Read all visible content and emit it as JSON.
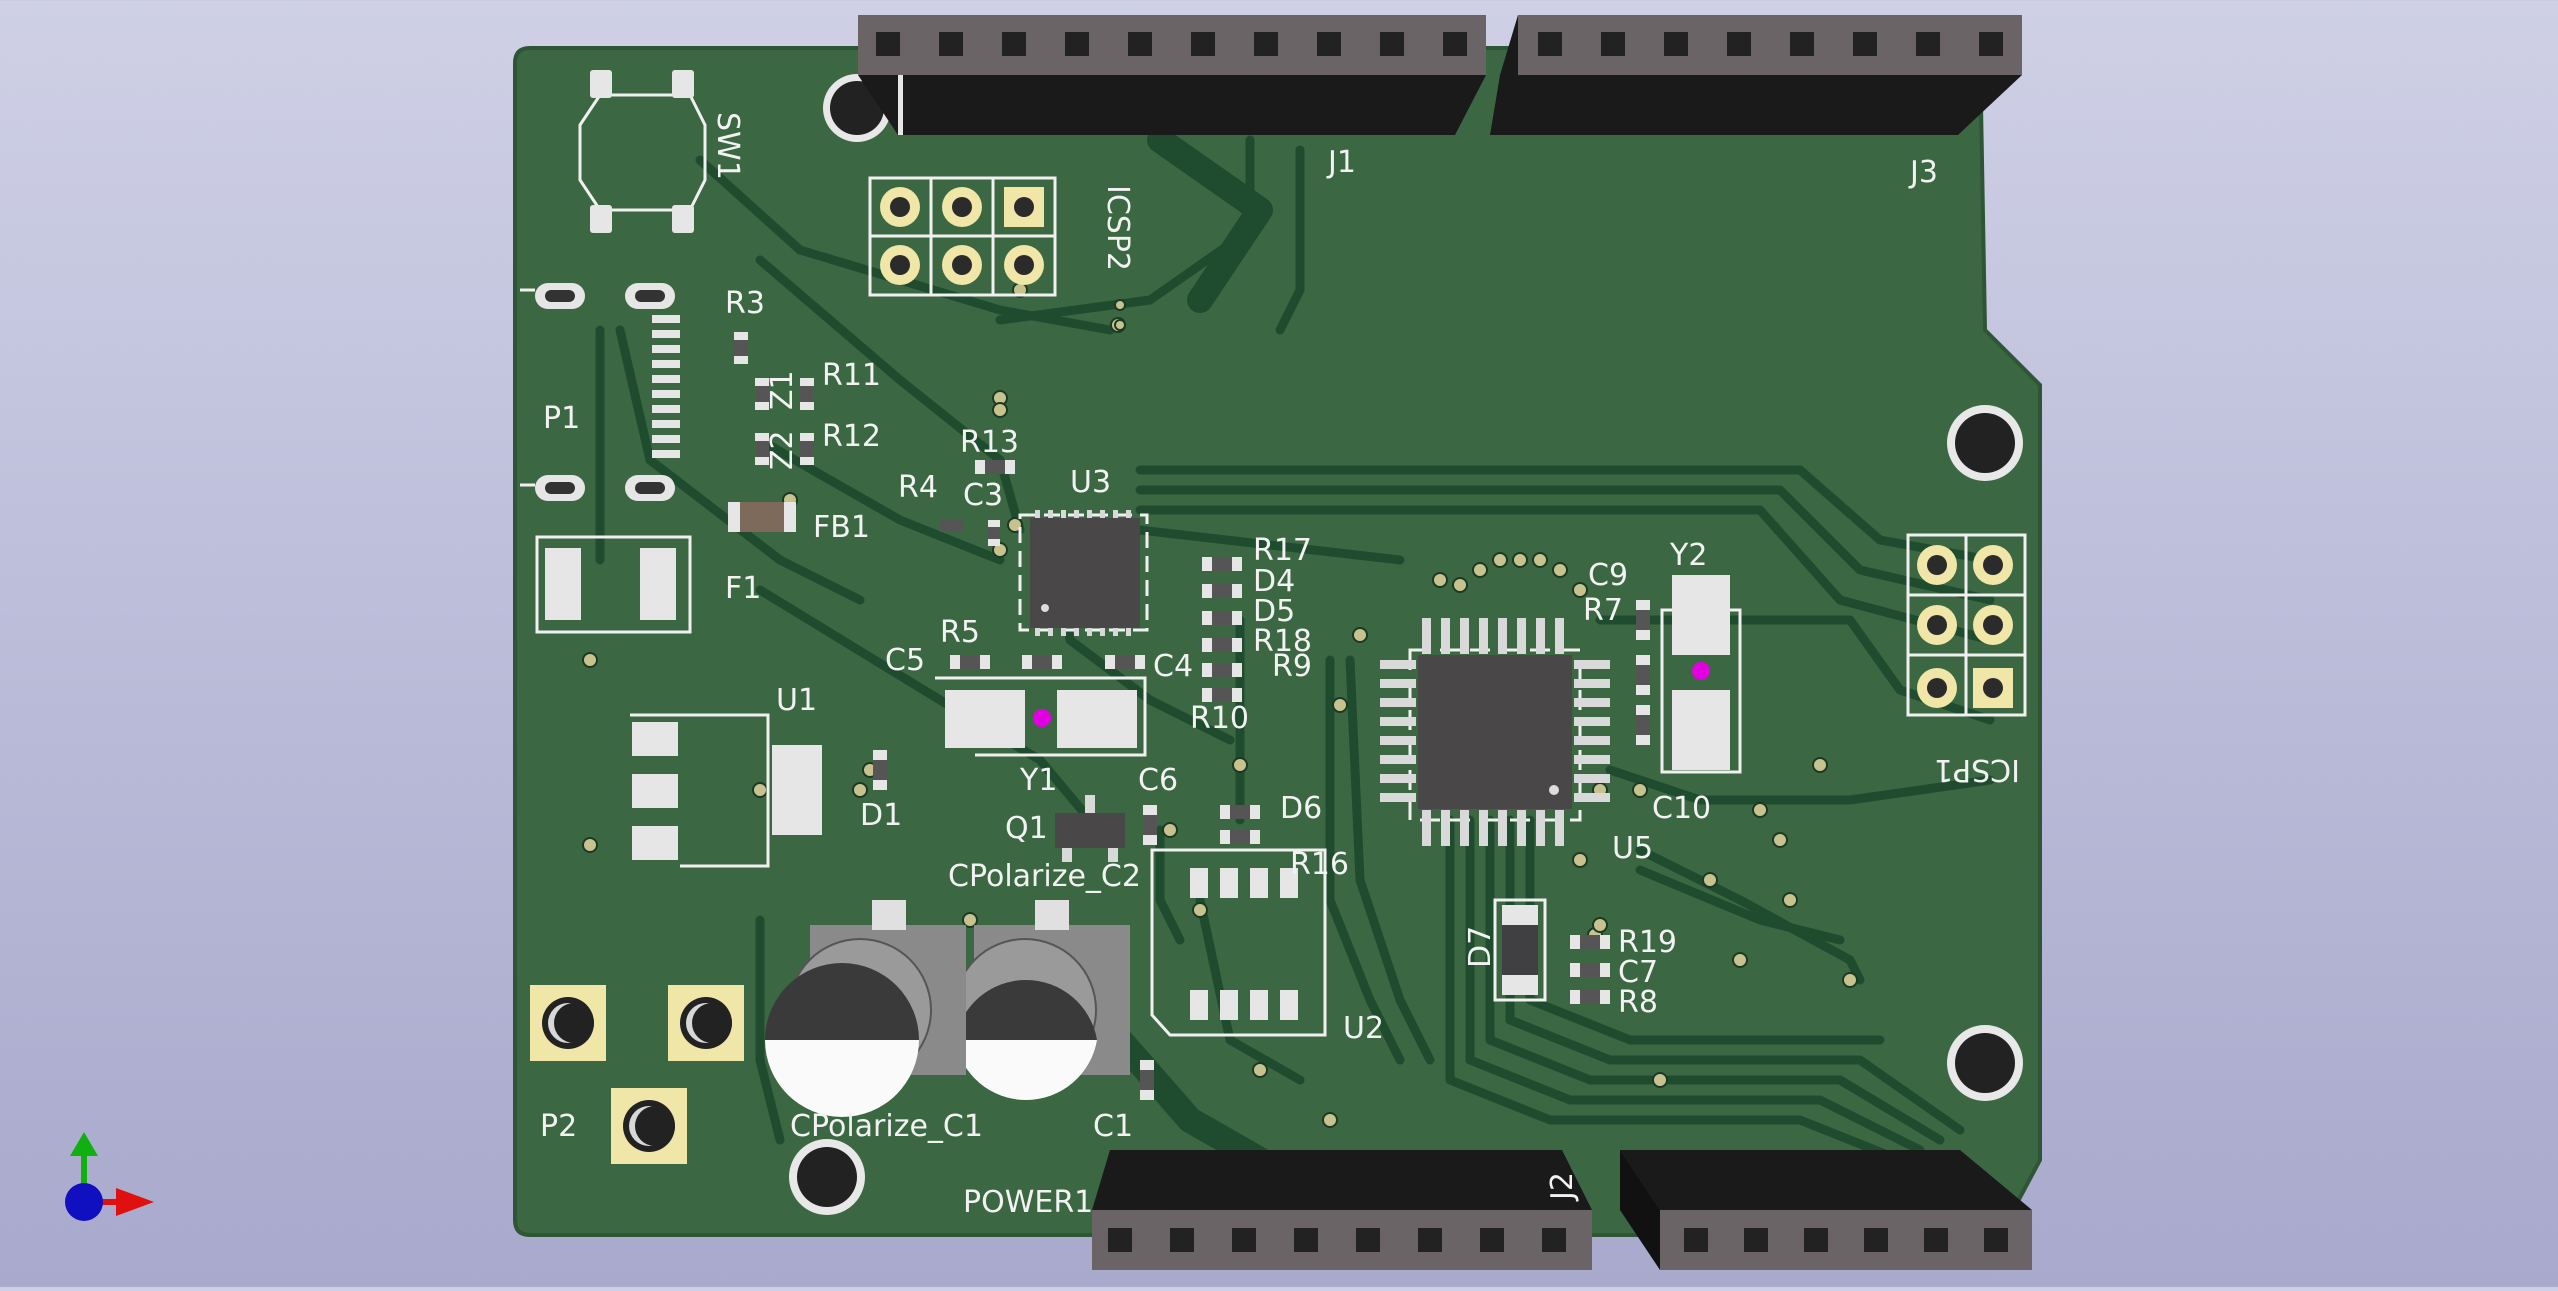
{
  "app": {
    "view": "3D Viewer"
  },
  "colors": {
    "background_top": "#cfd0e6",
    "background_bottom": "#a8a9cc",
    "board": "#3b6842",
    "trace": "#1f4c2f",
    "silkscreen": "#f2f2f2",
    "header": "#1a1a1a",
    "gold_pad": "#f0e6a8"
  },
  "labels": {
    "J1": "J1",
    "J3": "J3",
    "J2": "J2",
    "SW1": "SW1",
    "ICSP2": "ICSP2",
    "ICSP1": "ICSP1",
    "R3": "R3",
    "R11": "R11",
    "R12": "R12",
    "Z1": "Z1",
    "Z2": "Z2",
    "P1": "P1",
    "R13": "R13",
    "R4": "R4",
    "C3": "C3",
    "U3": "U3",
    "FB1": "FB1",
    "F1": "F1",
    "R17": "R17",
    "D4": "D4",
    "D5": "D5",
    "R18": "R18",
    "R9": "R9",
    "R10": "R10",
    "C4": "C4",
    "R5": "R5",
    "C5": "C5",
    "Y1": "Y1",
    "C6": "C6",
    "Q1": "Q1",
    "D6": "D6",
    "R16": "R16",
    "CPolarize_C2": "CPolarize_C2",
    "CPolarize_C1": "CPolarize_C1",
    "U1": "U1",
    "D1": "D1",
    "U2": "U2",
    "C1": "C1",
    "P2": "P2",
    "POWER1": "POWER1",
    "C9": "C9",
    "R7": "R7",
    "Y2": "Y2",
    "C10": "C10",
    "U5": "U5",
    "D7": "D7",
    "R19": "R19",
    "C7": "C7",
    "R8": "R8"
  },
  "axes": {
    "x_color": "#e01010",
    "y_color": "#10b010",
    "z_color": "#1010c0"
  }
}
